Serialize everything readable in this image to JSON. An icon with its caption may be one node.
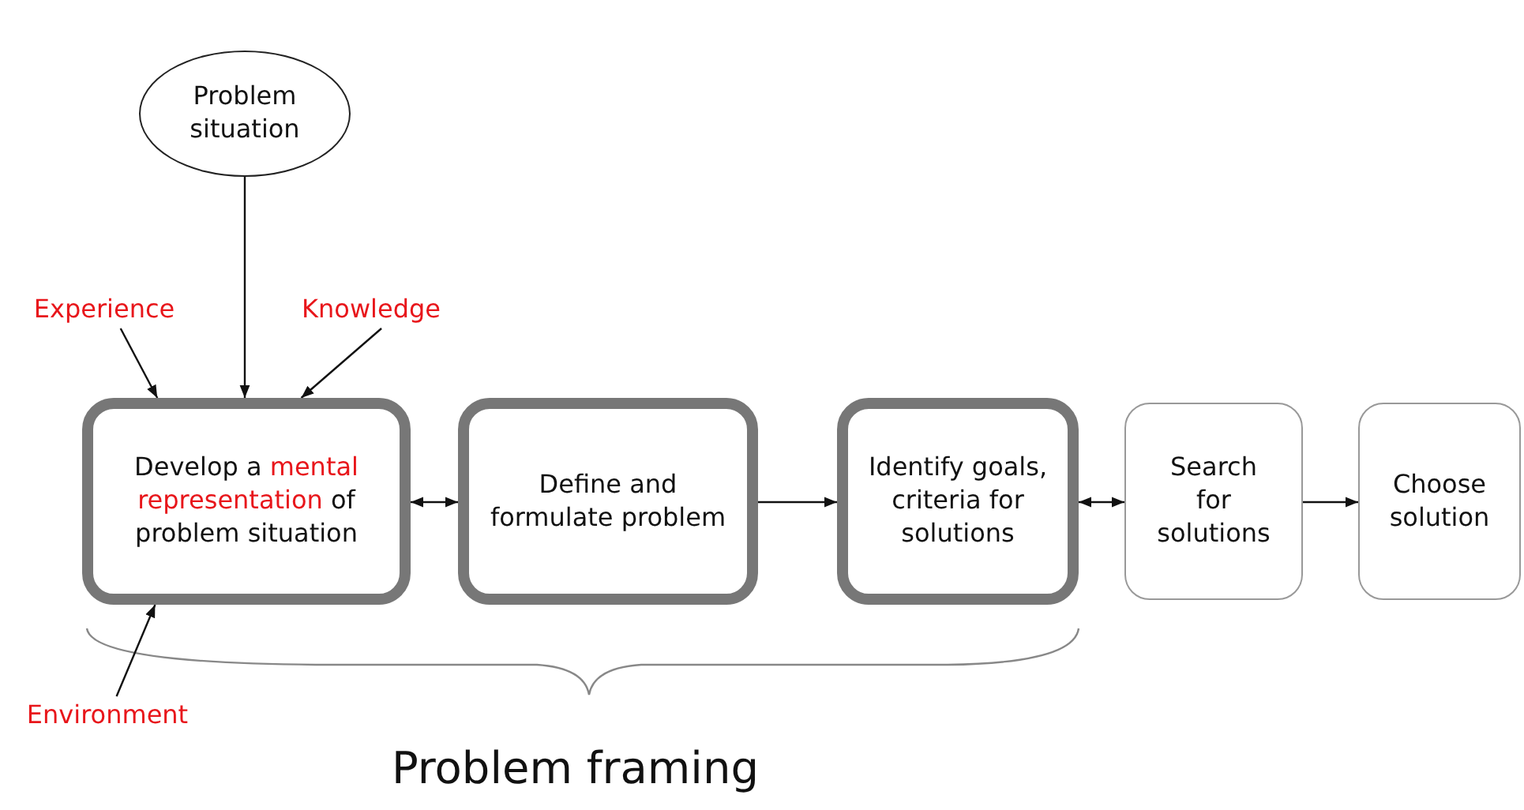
{
  "diagram": {
    "nodes": [
      {
        "text": [
          "Problem situation"
        ]
      },
      {
        "text": [
          "Experience"
        ]
      },
      {
        "text": [
          "Knowledge"
        ]
      },
      {
        "text": [
          "Develop a *mental representation* of problem situation"
        ]
      },
      {
        "text": [
          "Define and formulate problem"
        ]
      },
      {
        "text": [
          "Identify goals, criteria for solutions"
        ]
      },
      {
        "text": [
          "Search for solutions"
        ]
      },
      {
        "text": [
          "Choose solution"
        ]
      },
      {
        "text": [
          "Environment"
        ]
      }
    ],
    "edges": [
      {
        "from": 0,
        "to": 3,
        "arrow": "to"
      },
      {
        "from": 1,
        "to": 3,
        "arrow": "to"
      },
      {
        "from": 2,
        "to": 3,
        "arrow": "to"
      },
      {
        "from": 8,
        "to": 3,
        "arrow": "to"
      },
      {
        "from": 3,
        "to": 4,
        "arrow": "both"
      },
      {
        "from": 4,
        "to": 5,
        "arrow": "to"
      },
      {
        "from": 5,
        "to": 6,
        "arrow": "both"
      },
      {
        "from": 6,
        "to": 7,
        "arrow": "to"
      }
    ],
    "labels": [
      "Problem framing"
    ]
  }
}
